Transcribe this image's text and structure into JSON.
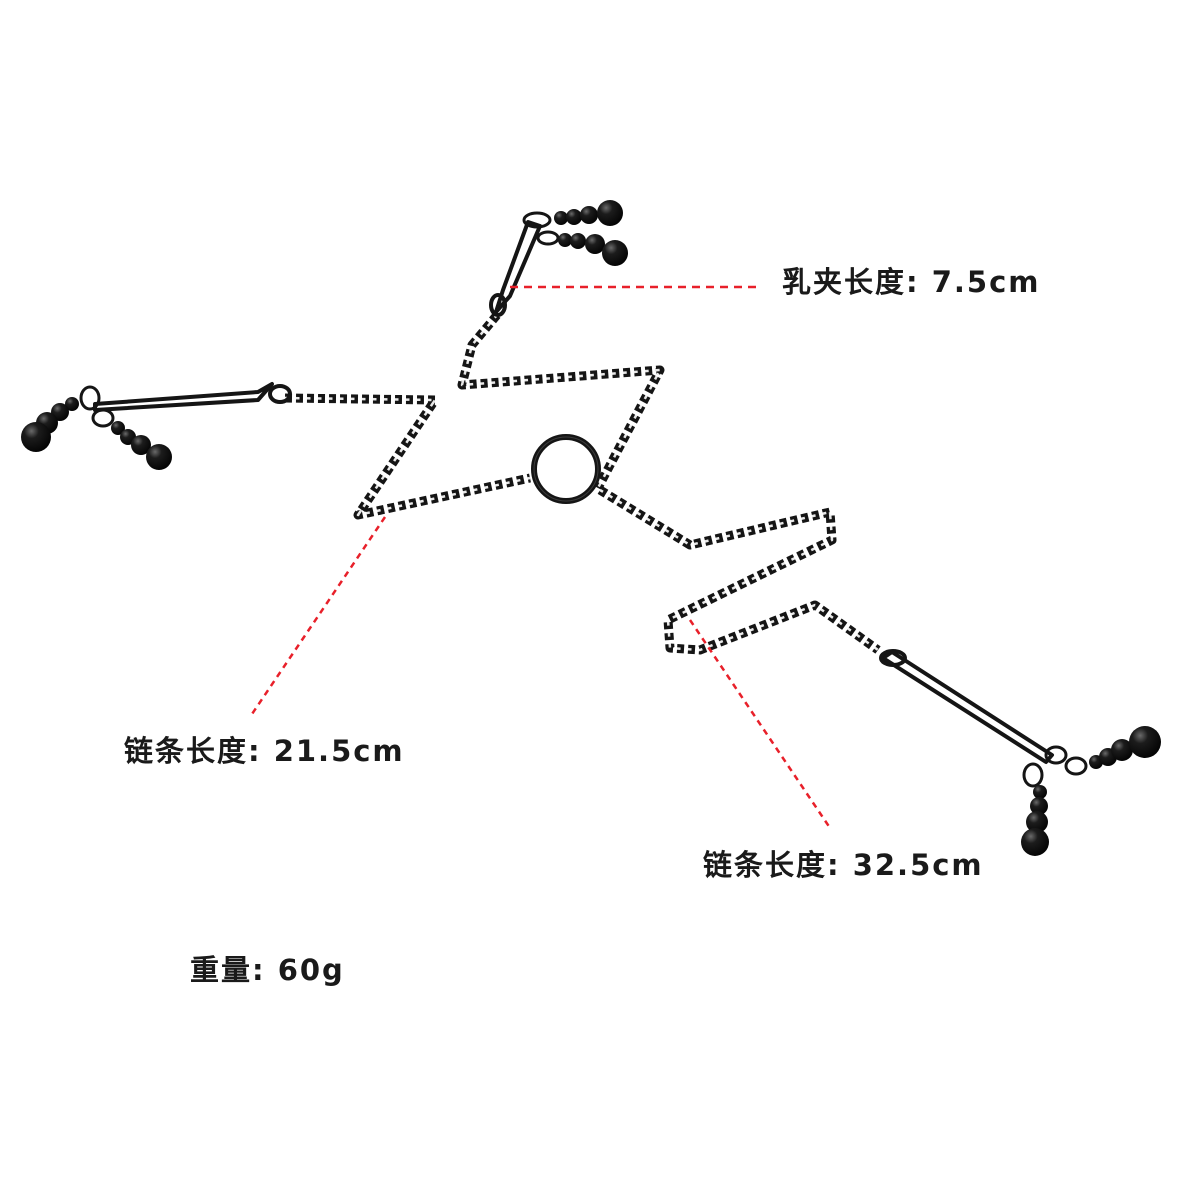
{
  "product": {
    "name": "chain-with-clamps-product-photo",
    "colors": {
      "metal": "#151515",
      "beads": "#0d0d0d",
      "callout_line": "#e8202a",
      "text": "#1a1a1a",
      "background": "#ffffff"
    }
  },
  "annotations": {
    "clamp_length": "乳夹长度: 7.5cm",
    "chain_length_short": "链条长度: 21.5cm",
    "chain_length_long": "链条长度: 32.5cm",
    "weight": "重量: 60g"
  }
}
